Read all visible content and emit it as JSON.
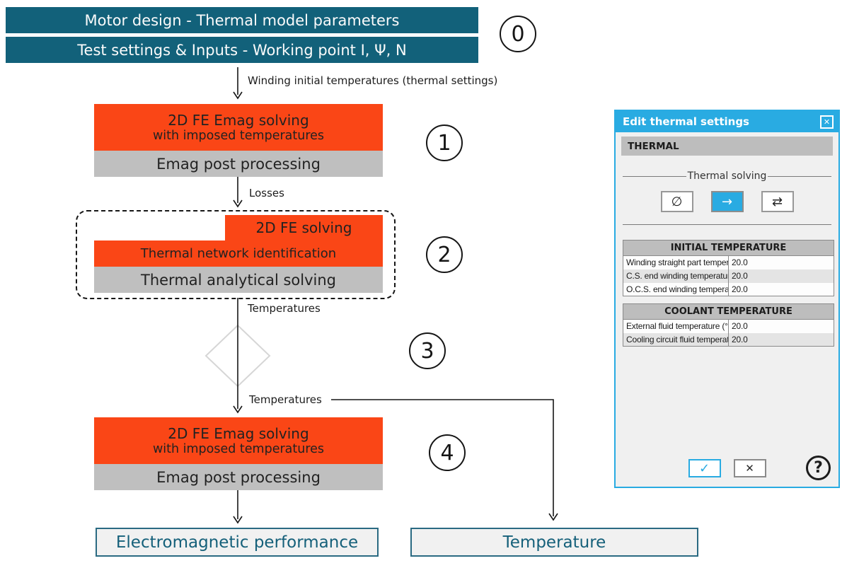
{
  "colors": {
    "teal": "#12617a",
    "orange": "#fa4616",
    "block_gray": "#bfbfbf",
    "dialog_blue": "#29abe2"
  },
  "diagram": {
    "banners": [
      {
        "label": "Motor design - Thermal model parameters"
      },
      {
        "label": "Test settings & Inputs - Working point I, Ψ, N"
      }
    ],
    "steps": [
      "0",
      "1",
      "2",
      "3",
      "4"
    ],
    "labels": {
      "winding": "Winding initial temperatures (thermal settings)",
      "losses": "Losses",
      "temperatures_mid": "Temperatures",
      "temperatures_out": "Temperatures"
    },
    "emag_block": {
      "line1": "2D FE Emag solving",
      "line2": "with imposed temperatures",
      "post": "Emag post processing"
    },
    "thermal_block": {
      "fe": "2D FE solving",
      "network": "Thermal network identification",
      "analytical": "Thermal analytical solving"
    },
    "outputs": [
      {
        "label": "Electromagnetic performance"
      },
      {
        "label": "Temperature"
      }
    ]
  },
  "dialog": {
    "title": "Edit thermal settings",
    "close_glyph": "✕",
    "section": "THERMAL",
    "group_label": "Thermal solving",
    "solve_modes": [
      {
        "glyph": "∅",
        "selected": false
      },
      {
        "glyph": "→",
        "selected": true
      },
      {
        "glyph": "⇄",
        "selected": false
      }
    ],
    "tables": [
      {
        "header": "INITIAL TEMPERATURE",
        "rows": [
          {
            "label": "Winding straight part temperature (°C)",
            "value": "20.0"
          },
          {
            "label": "C.S. end winding temperature (°C)",
            "value": "20.0"
          },
          {
            "label": "O.C.S. end winding temperature (°C)",
            "value": "20.0"
          }
        ]
      },
      {
        "header": "COOLANT TEMPERATURE",
        "rows": [
          {
            "label": "External fluid temperature (°C)",
            "value": "20.0"
          },
          {
            "label": "Cooling circuit fluid temperature (°C)",
            "value": "20.0"
          }
        ]
      }
    ],
    "ok_glyph": "✓",
    "cancel_glyph": "✕",
    "help_glyph": "?"
  }
}
